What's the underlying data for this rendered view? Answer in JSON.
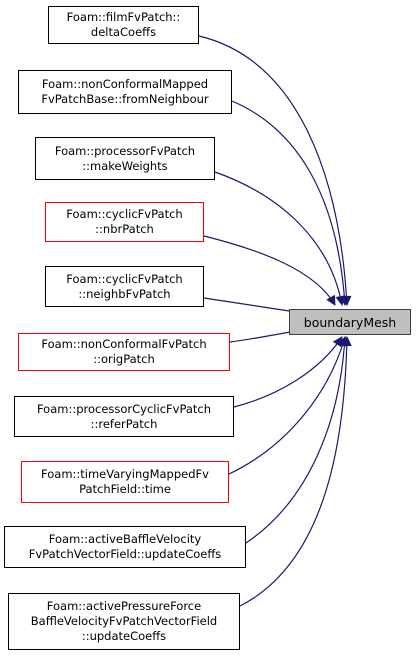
{
  "colors": {
    "edge": "#191970",
    "black_border": "#000000",
    "red_border": "#ff0000",
    "target_fill": "#bfbfbf"
  },
  "target": {
    "label": "boundaryMesh"
  },
  "callers": [
    {
      "lines": [
        "Foam::filmFvPatch::",
        "deltaCoeffs"
      ],
      "border": "black"
    },
    {
      "lines": [
        "Foam::nonConformalMapped",
        "FvPatchBase::fromNeighbour"
      ],
      "border": "black"
    },
    {
      "lines": [
        "Foam::processorFvPatch",
        "::makeWeights"
      ],
      "border": "black"
    },
    {
      "lines": [
        "Foam::cyclicFvPatch",
        "::nbrPatch"
      ],
      "border": "red"
    },
    {
      "lines": [
        "Foam::cyclicFvPatch",
        "::neighbFvPatch"
      ],
      "border": "black"
    },
    {
      "lines": [
        "Foam::nonConformalFvPatch",
        "::origPatch"
      ],
      "border": "red"
    },
    {
      "lines": [
        "Foam::processorCyclicFvPatch",
        "::referPatch"
      ],
      "border": "black"
    },
    {
      "lines": [
        "Foam::timeVaryingMappedFv",
        "PatchField::time"
      ],
      "border": "red"
    },
    {
      "lines": [
        "Foam::activeBaffleVelocity",
        "FvPatchVectorField::updateCoeffs"
      ],
      "border": "black"
    },
    {
      "lines": [
        "Foam::activePressureForce",
        "BaffleVelocityFvPatchVectorField",
        "::updateCoeffs"
      ],
      "border": "black"
    }
  ]
}
